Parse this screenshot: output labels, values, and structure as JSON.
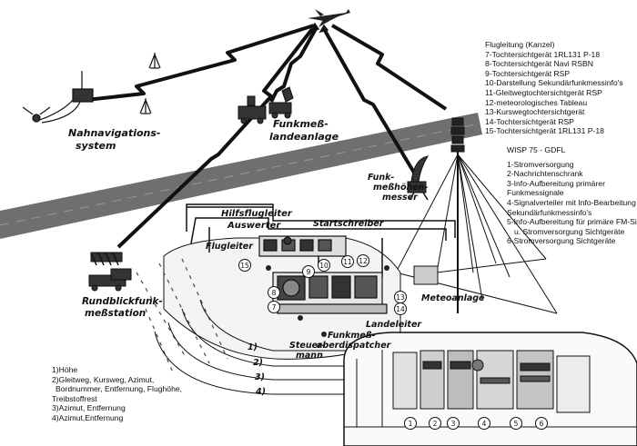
{
  "scene_labels": {
    "nahnav_line1": "Nahnavigations-",
    "nahnav_line2": "system",
    "funkmess_line1": "Funkmeß-",
    "funkmess_line2": "landeanlage",
    "hoehen_line1": "Funk-",
    "hoehen_line2": "meßhöhen-",
    "hoehen_line3": "messer",
    "hilfs_line1": "Hilfsflugleiter",
    "hilfs_line2": "Auswerter",
    "startschreiber": "Startschreiber",
    "flugleiter": "Flugleiter",
    "meteoanlage": "Meteoanlage",
    "rundblick_line1": "Rundblickfunk-",
    "rundblick_line2": "meßstation",
    "landeleiter": "Landeleiter",
    "funkmess2_line1": "Funkmeß-",
    "funkmess2_line2": "aberdispatcher",
    "steuermann_line1": "Steuer-",
    "steuermann_line2": "mann",
    "beam_1": "1)",
    "beam_2": "2)",
    "beam_3": "3)",
    "beam_4": "4)"
  },
  "console_numbers": [
    "15",
    "9",
    "10",
    "11",
    "12",
    "8",
    "7",
    "13",
    "14"
  ],
  "bunker_numbers": [
    "1",
    "2",
    "3",
    "4",
    "5",
    "6"
  ],
  "flugleitung": {
    "title": "Flugleitung (Kanzel)",
    "items": [
      "7-Tochtersichtgerät 1RL131 P-18",
      "8-Tochtersichtgerät Navi RSBN",
      "9-Tochtersichtgerät RSP",
      "10-Darstellung Sekundärfunkmessinfo's",
      "11-Gleitwegtochtersichtgerät RSP",
      "12-meteorologisches Tableau",
      "13-Kurswegtochtersichtgerät",
      "14-Tochtersichtgerät RSP",
      "15-Tochtersichtgerät 1RL131 P-18"
    ]
  },
  "wisp": {
    "title": "WISP 75 - GDFL",
    "items": [
      "1-Stromversorgung",
      "2-Nachrichtenschrank",
      "3-Info-Aufbereitung primärer",
      "Funkmessignale",
      "4-Signalverteiler mit Info-Bearbeitung für",
      "Sekundärfunkmessinfo's",
      "5-Info-Aufbereitung für primäre FM-Signale",
      "u. Stromversorgung Sichtgeräte",
      "6-Stromversorgung Sichtgeräte"
    ]
  },
  "legend": {
    "items": [
      "1)Höhe",
      "2)Gleitweg, Kursweg, Azimut,",
      "Bordnummer, Entfernung, Flughöhe,",
      "Treibstoffrest",
      "3)Azimut, Entfernung",
      "4)Azimut,Entfernung"
    ]
  }
}
